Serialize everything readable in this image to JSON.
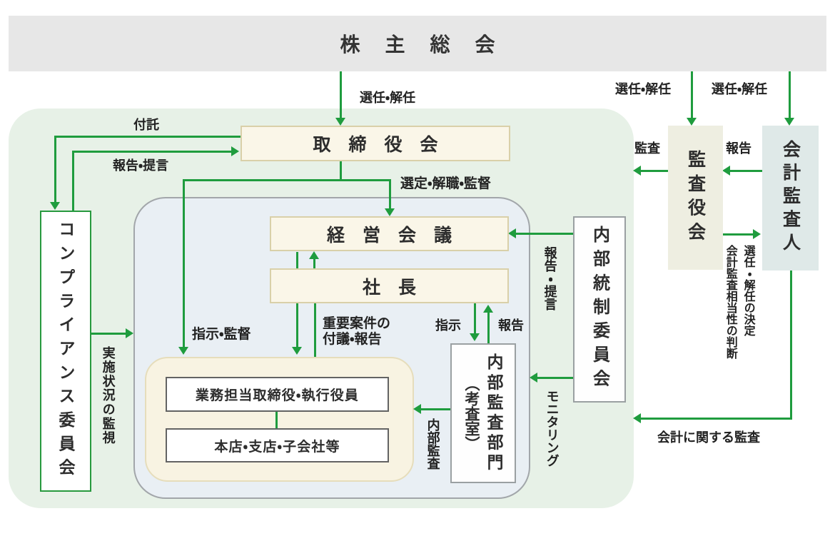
{
  "palette": {
    "arrow_green": "#1f9c3e",
    "banner_bg": "#e7e7e7",
    "outer_area_bg": "#e7f1e7",
    "inner_area_bg": "#e9eff4",
    "inner_area_border": "#a2a6aa",
    "cream_box_bg": "#faf6e8",
    "cream_box_border": "#d9d0a9",
    "group_bg": "#f8f3e2",
    "group_border": "#e6ddbb",
    "dark_box_border": "#636363",
    "gray_box_border": "#9aa0a2",
    "compliance_border": "#27993e",
    "audit_board_bg": "#eeeee1",
    "accounting_auditor_bg": "#dfe9e8",
    "text": "#2d2d2d"
  },
  "nodes": {
    "shareholders_meeting": "株主総会",
    "board_of_directors": "取締役会",
    "management_council": "経営会議",
    "president": "社長",
    "compliance_committee": "コンプライアンス委員会",
    "executive_directors": "業務担当取締役・執行役員",
    "offices": "本店・支店・子会社等",
    "internal_audit_dept": "内部監査部門",
    "internal_audit_dept_sub": "（考査室）",
    "internal_control_committee": "内部統制委員会",
    "audit_and_supervisory_board": "監査役会",
    "accounting_auditor": "会計監査人"
  },
  "labels": {
    "appoint_dismiss": "選任・解任",
    "entrustment": "付託",
    "report_proposal": "報告・提言",
    "select_dismiss_supervise": "選定・解職・監督",
    "instruct_supervise": "指示・監督",
    "important_matters_line1": "重要案件の",
    "important_matters_line2": "付議・報告",
    "instruction": "指示",
    "report": "報告",
    "implementation_monitoring": "実施状況の監視",
    "internal_audit": "内部監査",
    "monitoring": "モニタリング",
    "audit": "監査",
    "appoint_dismiss_decision": "選任・解任の決定",
    "accounting_audit_adequacy": "会計監査相当性の判断",
    "accounting_audit": "会計に関する監査"
  }
}
